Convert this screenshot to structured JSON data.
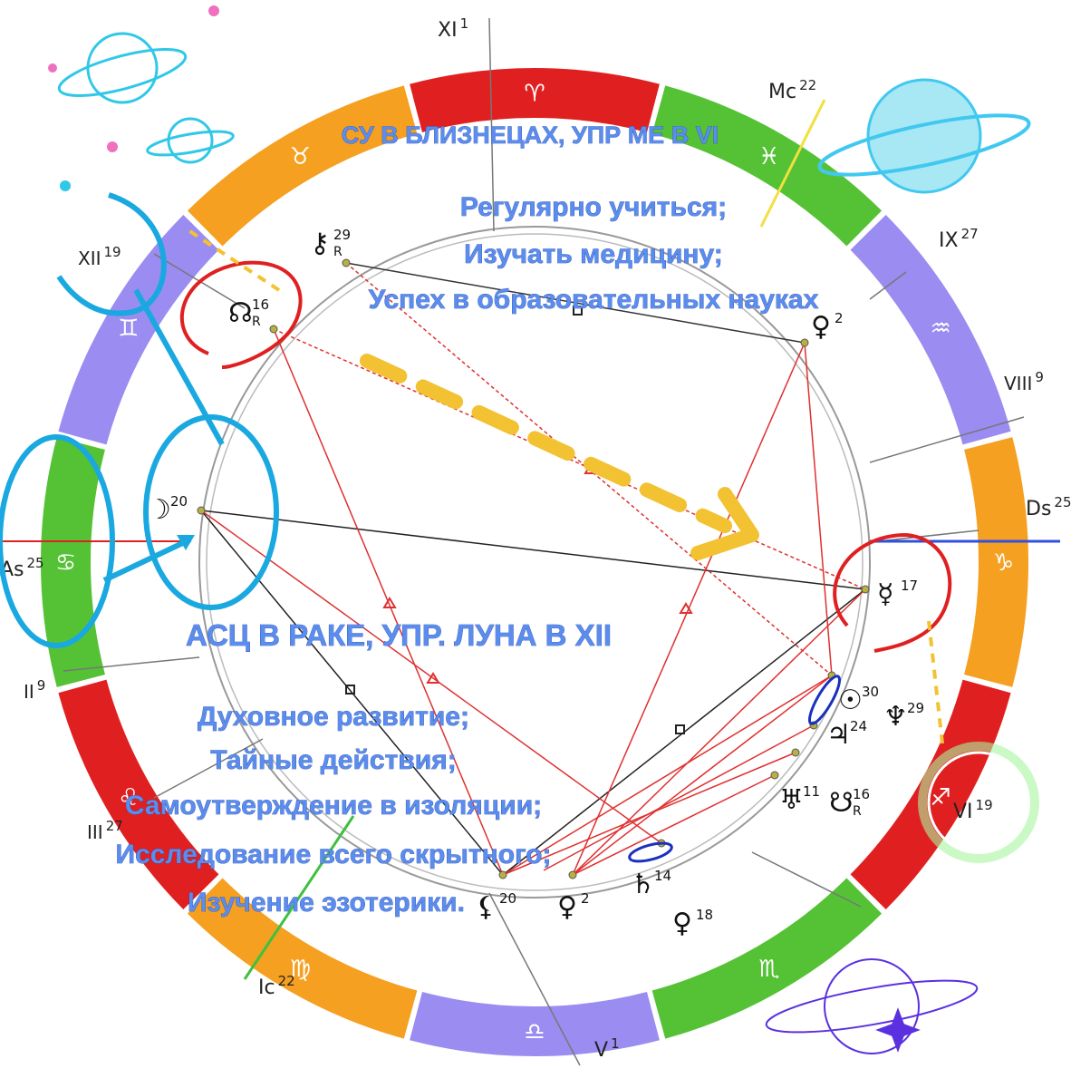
{
  "title_block": {
    "heading": "СУ В БЛИЗНЕЦАХ, УПР МЕ В VI",
    "lines": [
      "Регулярно учиться;",
      "Изучать медицину;",
      "Успех в образовательных науках"
    ]
  },
  "asc_block": {
    "heading": "АСЦ В РАКЕ, УПР. ЛУНА В XII",
    "lines": [
      "Духовное развитие;",
      "Тайные действия;",
      "Самоутверждение в изоляции;",
      "Исследование всего скрытного;",
      "Изучение эзотерики."
    ]
  },
  "houses": [
    {
      "label": "XI",
      "deg": "1"
    },
    {
      "label": "Mc",
      "deg": "22"
    },
    {
      "label": "IX",
      "deg": "27"
    },
    {
      "label": "VIII",
      "deg": "9"
    },
    {
      "label": "Ds",
      "deg": "25"
    },
    {
      "label": "VI",
      "deg": "19"
    },
    {
      "label": "V",
      "deg": "1"
    },
    {
      "label": "Ic",
      "deg": "22"
    },
    {
      "label": "III",
      "deg": "27"
    },
    {
      "label": "II",
      "deg": "9"
    },
    {
      "label": "As",
      "deg": "25"
    },
    {
      "label": "XII",
      "deg": "19"
    }
  ],
  "signs": [
    {
      "glyph": "♈",
      "color": "#e02020"
    },
    {
      "glyph": "♉",
      "color": "#f5a020"
    },
    {
      "glyph": "♊",
      "color": "#9a8cf0"
    },
    {
      "glyph": "♋",
      "color": "#55c235"
    },
    {
      "glyph": "♌",
      "color": "#e02020"
    },
    {
      "glyph": "♍",
      "color": "#f5a020"
    },
    {
      "glyph": "♎",
      "color": "#9a8cf0"
    },
    {
      "glyph": "♏",
      "color": "#55c235"
    },
    {
      "glyph": "♐",
      "color": "#e02020"
    },
    {
      "glyph": "♑",
      "color": "#f5a020"
    },
    {
      "glyph": "♒",
      "color": "#9a8cf0"
    },
    {
      "glyph": "♓",
      "color": "#55c235"
    }
  ],
  "planets": [
    {
      "glyph": "⚷",
      "deg": "29",
      "retro": "R"
    },
    {
      "glyph": "☊",
      "deg": "16",
      "retro": "R"
    },
    {
      "glyph": "☽",
      "deg": "20",
      "retro": ""
    },
    {
      "glyph": "♀",
      "deg": "2",
      "retro": ""
    },
    {
      "glyph": "☿",
      "deg": "17",
      "retro": ""
    },
    {
      "glyph": "☉",
      "deg": "30",
      "retro": ""
    },
    {
      "glyph": "♃",
      "deg": "24",
      "retro": ""
    },
    {
      "glyph": "♆",
      "deg": "29",
      "retro": ""
    },
    {
      "glyph": "♅",
      "deg": "11",
      "retro": ""
    },
    {
      "glyph": "☋",
      "deg": "16",
      "retro": "R"
    },
    {
      "glyph": "♄",
      "deg": "14",
      "retro": ""
    },
    {
      "glyph": "♀",
      "deg": "18",
      "retro": ""
    },
    {
      "glyph": "♀",
      "deg": "2",
      "retro": ""
    },
    {
      "glyph": "⚸",
      "deg": "20",
      "retro": ""
    }
  ],
  "colors": {
    "caption": "#5b8def",
    "aspect_red": "#e03030",
    "annotation_blue": "#1aa8e0",
    "annotation_red": "#e02020",
    "arrow_yellow": "#f2c232",
    "sign_red": "#e02020",
    "sign_orange": "#f5a020",
    "sign_violet": "#9a8cf0",
    "sign_green": "#55c235"
  },
  "icons": [
    "planet-decoration-icon",
    "saturn-decoration-icon",
    "glowing-ring-icon"
  ]
}
